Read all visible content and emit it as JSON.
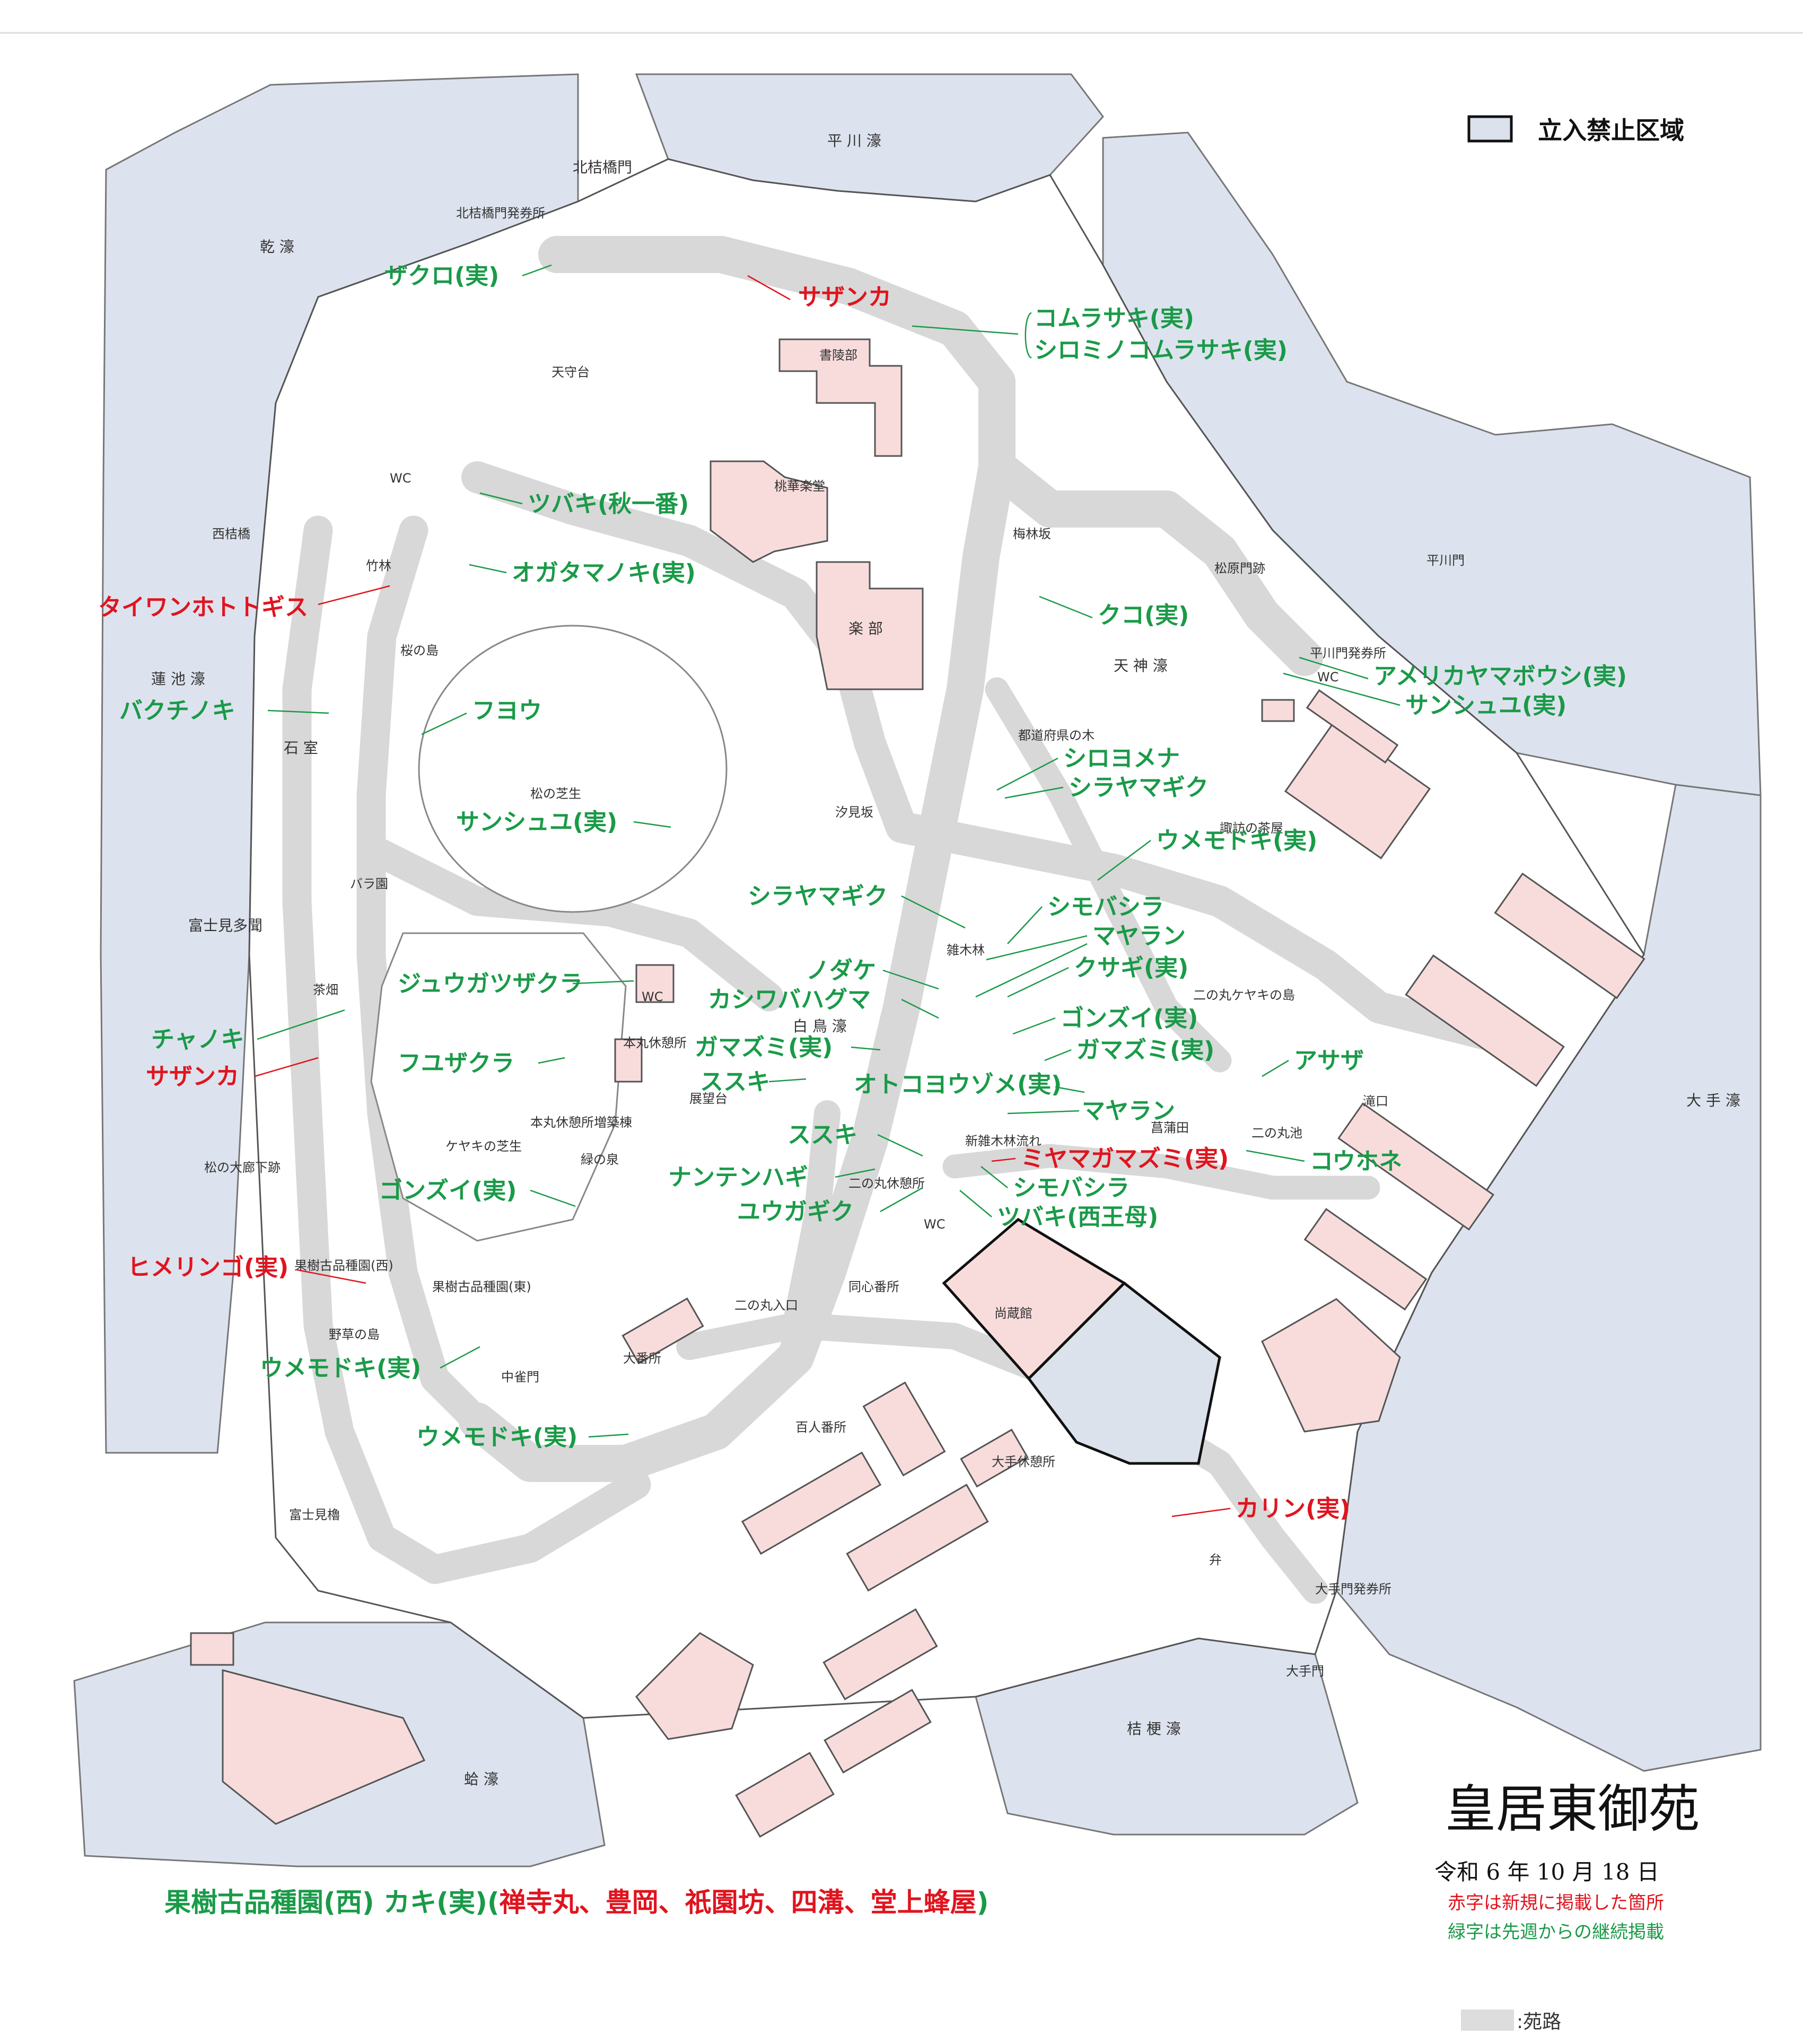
{
  "legend": {
    "restricted_label": "立入禁止区域",
    "restricted_color": "#dbe2ec",
    "path_label": ":苑路",
    "path_color": "#dddddd"
  },
  "title": {
    "main": "皇居東御苑",
    "date": "令和 6 年 10 月 18 日",
    "note_red": "赤字は新規に掲載した箇所",
    "note_green": "緑字は先週からの継続掲載"
  },
  "colors": {
    "water": "#dde3ee",
    "building": "#f8dcdc",
    "path": "#d8d8d8",
    "green_text": "#1a9a48",
    "red_text": "#e0141e"
  },
  "places": {
    "hirakawa_moat": "平 川 濠",
    "kitahanebashi_gate": "北桔橋門",
    "kitahanebashi_ticket": "北桔橋門発券所",
    "inui_moat": "乾 濠",
    "tenshudai": "天守台",
    "shoryobu": "書陵部",
    "tokagakudo": "桃華楽堂",
    "gakubu": "楽 部",
    "bairinzaka": "梅林坂",
    "matsubaramon": "松原門跡",
    "hirakawamon": "平川門",
    "hirakawamon_ticket": "平川門発券所",
    "wc1": "WC",
    "wc2": "WC",
    "wc3": "WC",
    "wc4": "WC",
    "nishihanebashi": "西桔橋",
    "chikurin": "竹林",
    "sakura_island": "桜の島",
    "hasuike_moat": "蓮 池 濠",
    "ishimuro": "石 室",
    "matsu_lawn": "松の芝生",
    "tenjin_moat": "天 神 濠",
    "todofuken": "都道府県の木",
    "shiomizaka": "汐見坂",
    "bara_en": "バラ園",
    "fujimi_tamon": "富士見多聞",
    "suwa_chaya": "諏訪の茶屋",
    "zoukibayashi": "雑木林",
    "ninomaru_keyaki": "二の丸ケヤキの島",
    "chabatake": "茶畑",
    "hakucho_moat": "白 鳥 濠",
    "honmaru_rest": "本丸休憩所",
    "tenboudai": "展望台",
    "honmaru_rest_annex": "本丸休憩所増築棟",
    "keyaki_lawn": "ケヤキの芝生",
    "midori_izumi": "緑の泉",
    "matsu_oroka": "松の大廊下跡",
    "shinzoki": "新雑木林流れ",
    "ninomaru_rest": "二の丸休憩所",
    "shobuda": "菖蒲田",
    "ninomaru_pond": "二の丸池",
    "takiguchi": "滝口",
    "ote_moat": "大 手 濠",
    "kaju_west": "果樹古品種園(西)",
    "kaju_east": "果樹古品種園(東)",
    "ninomaru_entrance": "二の丸入口",
    "doshinbansho": "同心番所",
    "shozokan": "尚蔵館",
    "yasou_island": "野草の島",
    "obansho": "大番所",
    "nakanomon": "中雀門",
    "hyakuninbansho": "百人番所",
    "ote_rest": "大手休憩所",
    "fujimi_yagura": "富士見櫓",
    "ben": "弁",
    "otemon_ticket": "大手門発券所",
    "otemon": "大手門",
    "kikyo_moat": "桔 梗 濠",
    "hamaguri_moat": "蛤 濠"
  },
  "plants_green": {
    "zakuro": "ザクロ(実)",
    "komurasaki": "コムラサキ(実)",
    "shiromi_komurasaki": "シロミノコムラサキ(実)",
    "tsubaki_aki": "ツバキ(秋一番)",
    "ogatamanoki": "オガタマノキ(実)",
    "kuko": "クコ(実)",
    "american_yamabousi": "アメリカヤマボウシ(実)",
    "sanshuyu_hirakawa": "サンシュユ(実)",
    "bakuchinoki": "バクチノキ",
    "fuyou": "フヨウ",
    "shiroyomena": "シロヨメナ",
    "shirayamagiku1": "シラヤマギク",
    "sanshuyu_matsu": "サンシュユ(実)",
    "umemodoki1": "ウメモドキ(実)",
    "shirayamagiku2": "シラヤマギク",
    "shimobashira1": "シモバシラ",
    "mayaran1": "マヤラン",
    "nodake": "ノダケ",
    "kusagi": "クサギ(実)",
    "jugatsuzakura": "ジュウガツザクラ",
    "kashiwabahaguma": "カシワバハグマ",
    "gonzui1": "ゴンズイ(実)",
    "chanoki": "チャノキ",
    "gamazumi1": "ガマズミ(実)",
    "gamazumi2": "ガマズミ(実)",
    "asaza": "アサザ",
    "fuyuzakura": "フユザクラ",
    "susuki1": "ススキ",
    "otokoyouzome": "オトコヨウゾメ(実)",
    "mayaran2": "マヤラン",
    "susuki2": "ススキ",
    "kouhone": "コウホネ",
    "gonzui2": "ゴンズイ(実)",
    "nantenhagi": "ナンテンハギ",
    "shimobashira2": "シモバシラ",
    "yuugagiku": "ユウガギク",
    "tsubaki_seiobo": "ツバキ(西王母)",
    "umemodoki2": "ウメモドキ(実)",
    "umemodoki3": "ウメモドキ(実)"
  },
  "plants_red": {
    "sazanka1": "サザンカ",
    "taiwan_hototogisu": "タイワンホトトギス",
    "sazanka2": "サザンカ",
    "miyamagamazumi": "ミヤマガマズミ(実)",
    "himeringo": "ヒメリンゴ(実)",
    "karin": "カリン(実)"
  },
  "bottom_note": {
    "green_part": "果樹古品種園(西) カキ(実)(",
    "red_part": "禅寺丸、豊岡、祇園坊、四溝、堂上蜂屋",
    "green_close": ")"
  }
}
